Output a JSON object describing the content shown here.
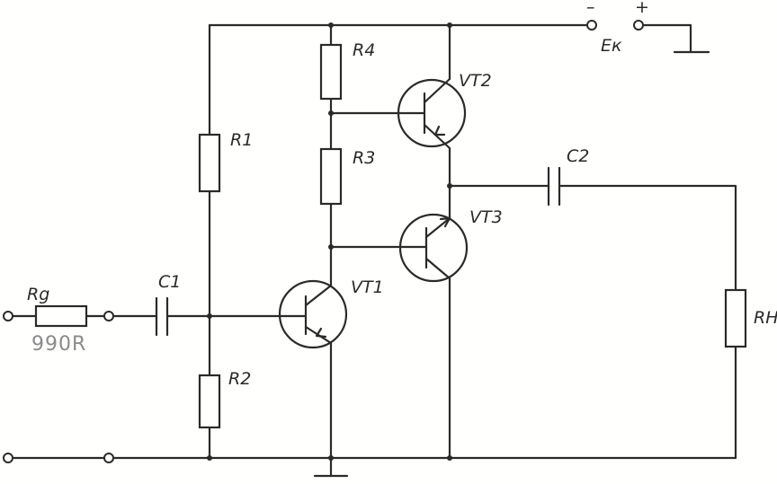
{
  "labels": {
    "r1": "R1",
    "r2": "R2",
    "r3": "R3",
    "r4": "R4",
    "rg": "Rg",
    "rg_value": "990R",
    "rn": "RH",
    "c1": "C1",
    "c2": "C2",
    "vt1": "VT1",
    "vt2": "VT2",
    "vt3": "VT3",
    "ek": "Eк",
    "minus": "–",
    "plus": "+"
  }
}
